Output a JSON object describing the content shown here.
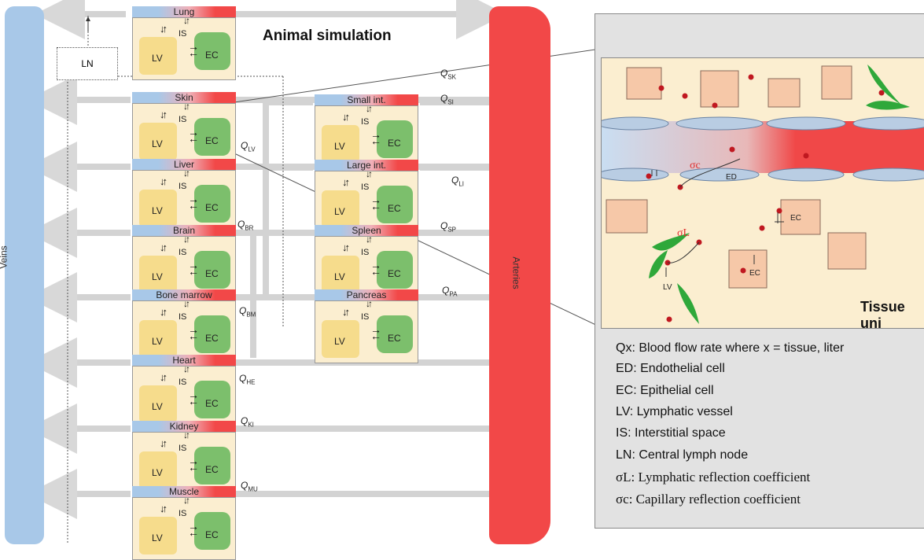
{
  "title": "Animal simulation",
  "veins_label": "Veins",
  "arteries_label": "Arteries",
  "ln_label": "LN",
  "organ_labels": {
    "lv": "LV",
    "is": "IS",
    "ec": "EC"
  },
  "left_organs": [
    "Lung",
    "Skin",
    "Liver",
    "Brain",
    "Bone marrow",
    "Heart",
    "Kidney",
    "Muscle"
  ],
  "right_organs": [
    "Small int.",
    "Large int.",
    "Spleen",
    "Pancreas"
  ],
  "flows": [
    {
      "q": "Q",
      "sub": "SK"
    },
    {
      "q": "Q",
      "sub": "SI"
    },
    {
      "q": "Q",
      "sub": "LV"
    },
    {
      "q": "Q",
      "sub": "LI"
    },
    {
      "q": "Q",
      "sub": "BR"
    },
    {
      "q": "Q",
      "sub": "SP"
    },
    {
      "q": "Q",
      "sub": "BM"
    },
    {
      "q": "Q",
      "sub": "PA"
    },
    {
      "q": "Q",
      "sub": "HE"
    },
    {
      "q": "Q",
      "sub": "KI"
    },
    {
      "q": "Q",
      "sub": "MU"
    }
  ],
  "tissue": {
    "label": "Tissue uni",
    "ed": "ED",
    "ec1": "EC",
    "ec2": "EC",
    "lv": "LV",
    "sigma_c": "σc",
    "sigma_l": "σL"
  },
  "legend": [
    "Qx: Blood flow rate where x = tissue, liter",
    "ED: Endothelial cell",
    "EC: Epithelial cell",
    "LV: Lymphatic vessel",
    "IS: Interstitial space",
    "LN: Central lymph node",
    "σL: Lymphatic reflection coefficient",
    "σc: Capillary reflection coefficient"
  ],
  "colors": {
    "veins": "#a8c8e8",
    "arteries": "#f24848",
    "lv": "#f6dc8c",
    "ec": "#7cbf6c",
    "interstitial": "#fbeed0"
  }
}
